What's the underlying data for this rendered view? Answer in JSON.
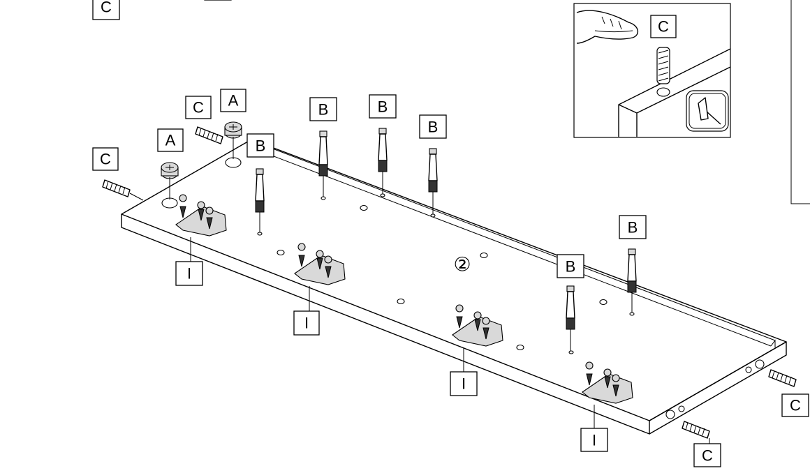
{
  "step_number": "②",
  "legend": {
    "A": "A",
    "B": "B",
    "C": "C",
    "I": "I"
  },
  "inset": {
    "label": "C"
  }
}
